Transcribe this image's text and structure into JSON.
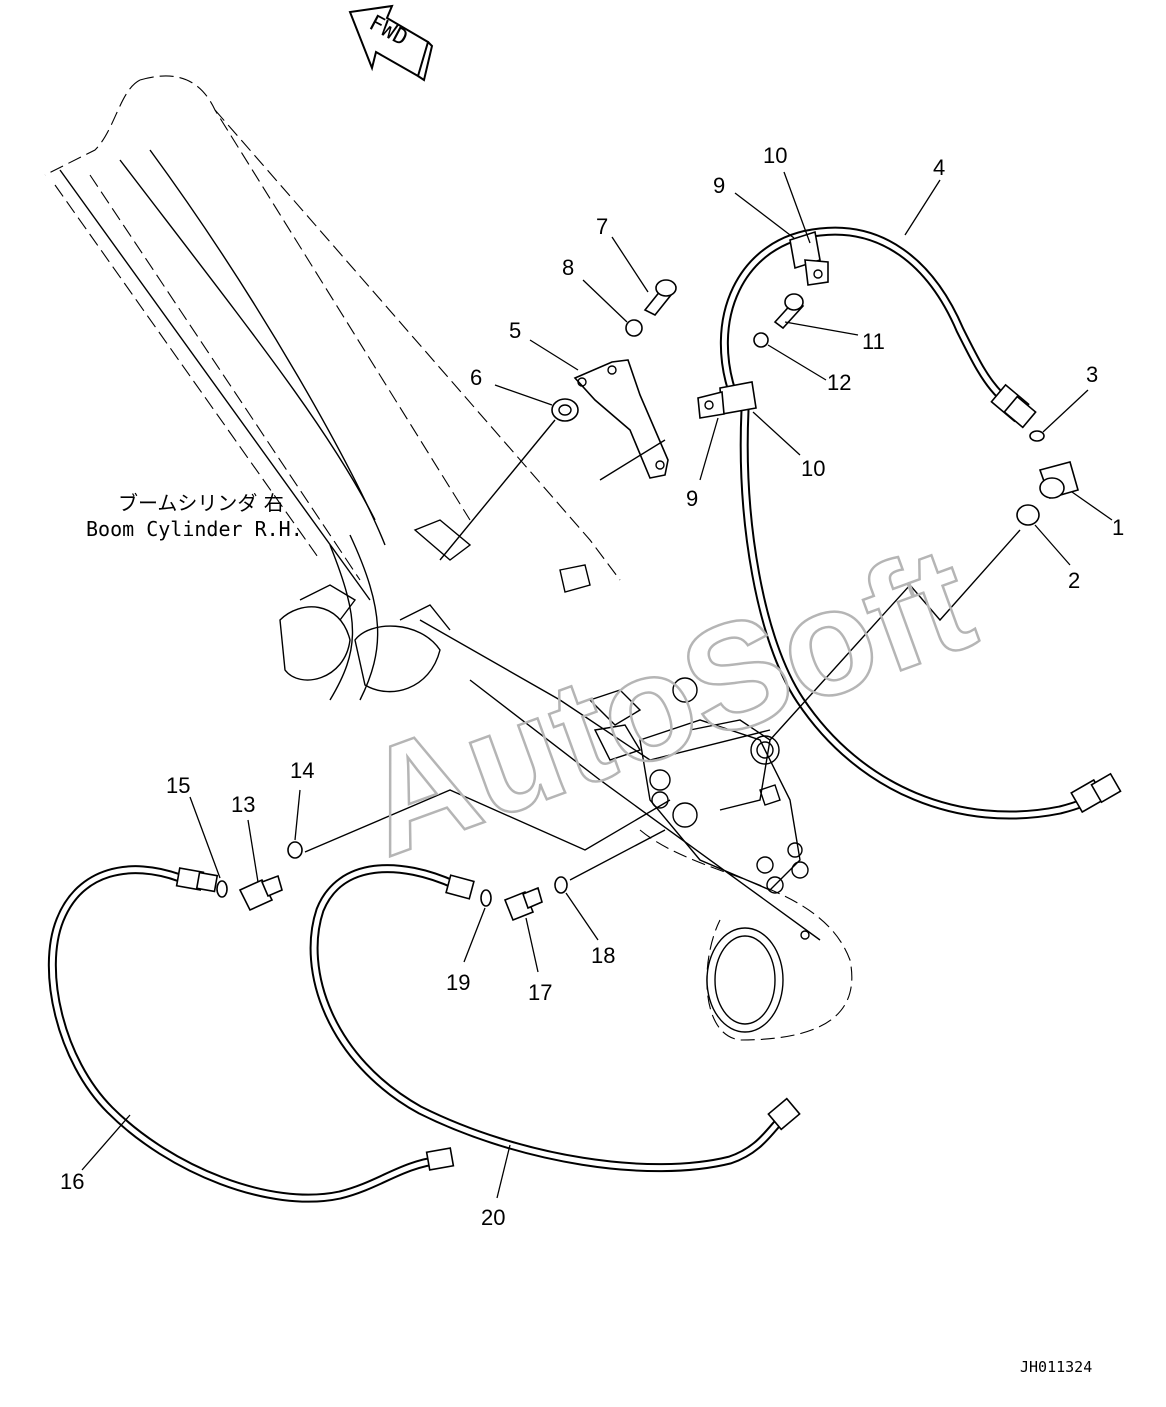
{
  "fwd_label": "FWD",
  "boom_label_jp": "ブームシリンダ 右",
  "boom_label_en": "Boom Cylinder R.H.",
  "watermark": "AutoSoft",
  "drawing_id": "JH011324",
  "callouts": [
    {
      "num": "1"
    },
    {
      "num": "2"
    },
    {
      "num": "3"
    },
    {
      "num": "4"
    },
    {
      "num": "5"
    },
    {
      "num": "6"
    },
    {
      "num": "7"
    },
    {
      "num": "8"
    },
    {
      "num": "9"
    },
    {
      "num": "9"
    },
    {
      "num": "10"
    },
    {
      "num": "10"
    },
    {
      "num": "11"
    },
    {
      "num": "12"
    },
    {
      "num": "13"
    },
    {
      "num": "14"
    },
    {
      "num": "15"
    },
    {
      "num": "16"
    },
    {
      "num": "17"
    },
    {
      "num": "18"
    },
    {
      "num": "19"
    },
    {
      "num": "20"
    }
  ]
}
